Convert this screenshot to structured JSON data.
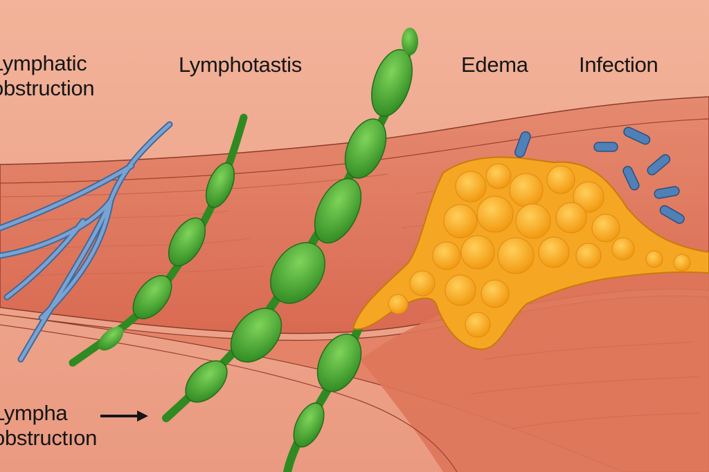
{
  "labels": {
    "lymphatic_obstruction": [
      "Lymphatic",
      "obstruction"
    ],
    "lymphotastis": "Lymphotastis",
    "edema": "Edema",
    "infection": "Infection",
    "lympha_obstruction": [
      "Lympha",
      "obstructıon"
    ]
  },
  "icons": {
    "arrow": "right-arrow-icon",
    "bacteria": "bacteria-icon"
  },
  "colors": {
    "skin_background": "#eb9c82",
    "tissue_layer": "#e07a60",
    "blocked_vessel": "#5b86b8",
    "dilated_vessel": "#3fa12c",
    "edema_fluid": "#f5a623",
    "bacteria": "#4f80b8",
    "text": "#151515"
  }
}
